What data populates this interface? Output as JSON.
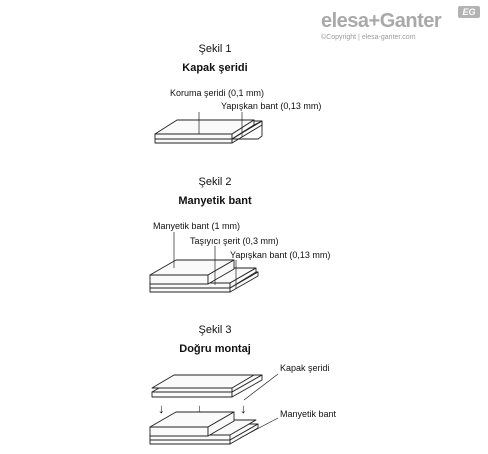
{
  "logo": {
    "brand": "elesa+Ganter",
    "badge": "EG",
    "copyright": "©Copyright | elesa-ganter.com"
  },
  "figures": [
    {
      "caption": "Şekil 1",
      "title": "Kapak şeridi",
      "labels": [
        "Koruma şeridi (0,1 mm)",
        "Yapışkan bant (0,13 mm)"
      ]
    },
    {
      "caption": "Şekil 2",
      "title": "Manyetik bant",
      "labels": [
        "Manyetik bant (1 mm)",
        "Taşıyıcı şerit (0,3 mm)",
        "Yapışkan bant (0,13 mm)"
      ]
    },
    {
      "caption": "Şekil 3",
      "title": "Doğru montaj",
      "labels": [
        "Kapak şeridi",
        "Manyetik bant"
      ]
    }
  ],
  "arrow_glyph": "↓"
}
